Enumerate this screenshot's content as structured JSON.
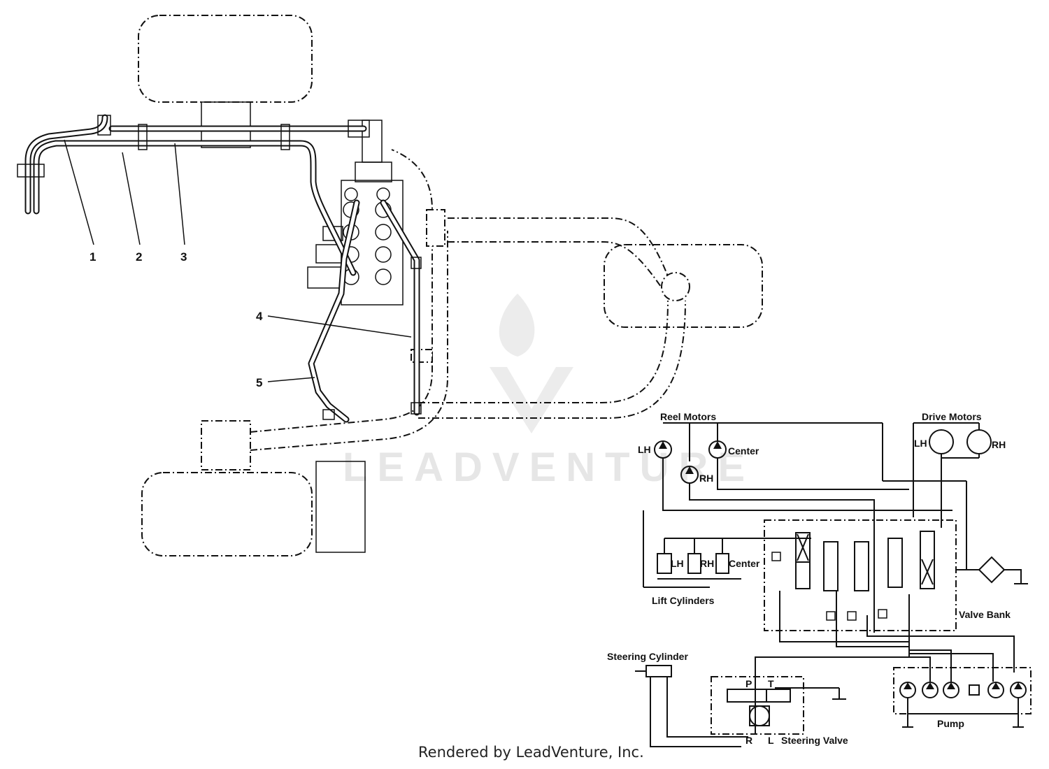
{
  "callouts": [
    "1",
    "2",
    "3",
    "4",
    "5"
  ],
  "schematic": {
    "reel_motors": {
      "title": "Reel Motors",
      "lh": "LH",
      "rh": "RH",
      "center": "Center"
    },
    "drive_motors": {
      "title": "Drive Motors",
      "lh": "LH",
      "rh": "RH"
    },
    "lift_cylinders": {
      "title": "Lift Cylinders",
      "lh": "LH",
      "rh": "RH",
      "center": "Center"
    },
    "valve_bank": "Valve Bank",
    "steering_cylinder": "Steering Cylinder",
    "steering_valve": {
      "title": "Steering Valve",
      "p": "P",
      "t": "T",
      "r": "R",
      "l": "L"
    },
    "pump": "Pump"
  },
  "watermark": "LEADVENTURE",
  "footer": "Rendered by LeadVenture, Inc."
}
